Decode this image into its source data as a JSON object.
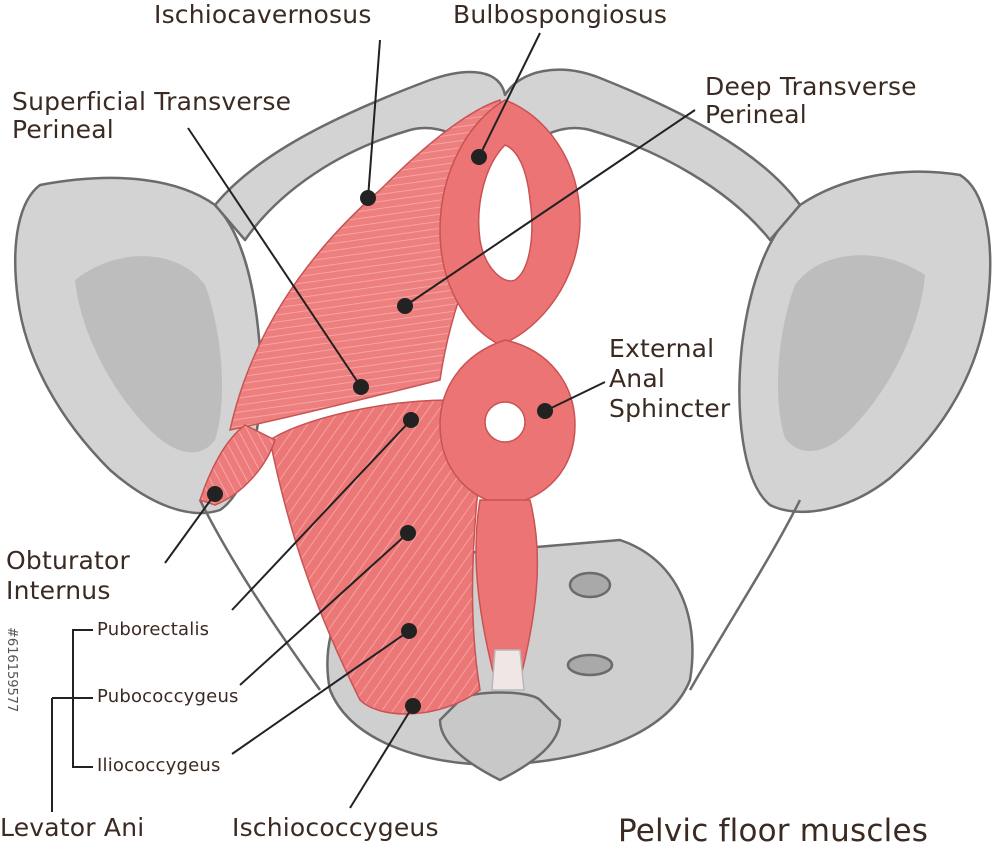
{
  "labels": {
    "ischiocavernosus": "Ischiocavernosus",
    "bulbospongiosus": "Bulbospongiosus",
    "superficial_transverse_perineal": [
      "Superficial Transverse",
      "Perineal"
    ],
    "deep_transverse_perineal": [
      "Deep Transverse",
      "Perineal"
    ],
    "external_anal_sphincter": [
      "External",
      "Anal",
      "Sphincter"
    ],
    "obturator_internus": [
      "Obturator",
      "Internus"
    ],
    "puborectalis": "Puborectalis",
    "pubococcygeus": "Pubococcygeus",
    "iliococcygeus": "Iliococcygeus",
    "levator_ani": "Levator Ani",
    "ischiococcygeus": "Ischiococcygeus"
  },
  "title": "Pelvic floor muscles",
  "stock_id": "#616159577",
  "colors": {
    "bone_fill": "#d3d3d3",
    "bone_shade": "#b5b5b5",
    "bone_outline": "#6b6b6b",
    "muscle_fill": "#ef7f7f",
    "muscle_dark": "#d65a5a",
    "muscle_fiber": "#f7b3b3",
    "text": "#3a2a22",
    "leader_line": "#222222"
  }
}
